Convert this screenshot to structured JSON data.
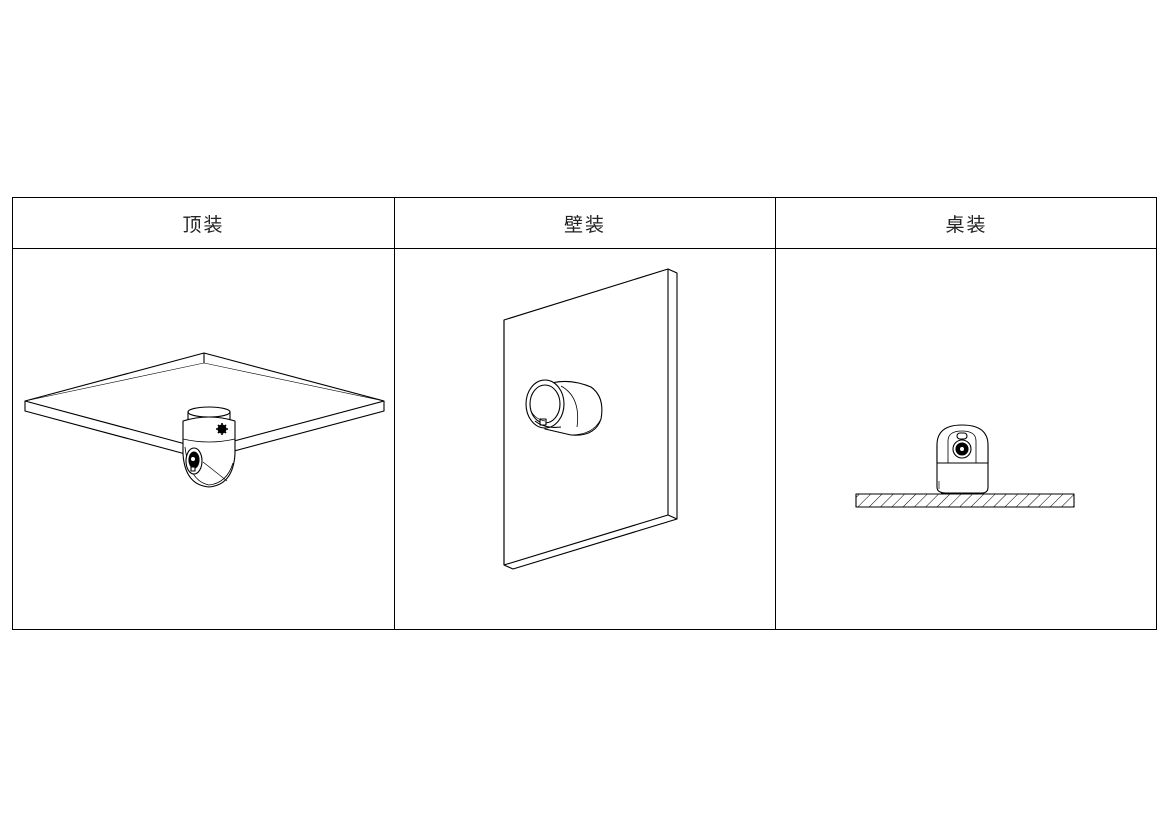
{
  "table": {
    "headers": {
      "ceiling": "顶装",
      "wall": "壁装",
      "desk": "桌装"
    }
  },
  "icons": {
    "ceiling": "ceiling-mounted-camera-icon",
    "wall": "wall-mounted-camera-icon",
    "desk": "desk-mounted-camera-icon"
  },
  "colors": {
    "line": "#000000",
    "background": "#ffffff"
  }
}
